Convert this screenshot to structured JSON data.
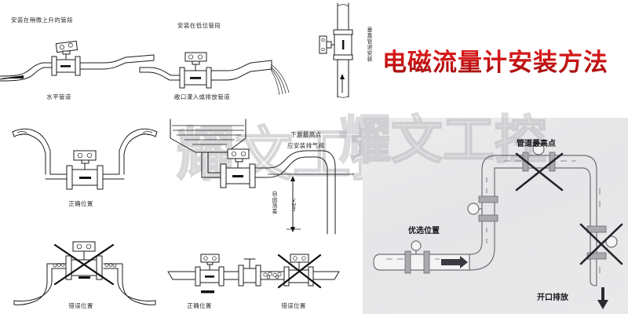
{
  "document": {
    "title": "电磁流量计安装方法",
    "title_color": "#cf1414",
    "background_color": "#ffffff"
  },
  "watermark": {
    "text": "耀文工控",
    "color": "#a0a0a8"
  },
  "panels": {
    "top_left": {
      "heading": "安装在稍微上升的管段",
      "caption": "水平管道"
    },
    "top_middle": {
      "heading": "安装在低位管段",
      "caption": "敞口灌入或排放管道"
    },
    "top_right": {
      "vertical_label": "垂直管道安装"
    },
    "mid_left": {
      "caption": "正确位置"
    },
    "bottom_left": {
      "caption": "错误位置"
    },
    "mid_middle": {
      "note_line1": "下游最高点",
      "note_line2": "应安装排气阀",
      "vertical_label": "自由落差",
      "dimension": ">3m"
    },
    "bottom_middle": {
      "caption_left": "正确位置",
      "caption_right": "错误位置"
    },
    "photo": {
      "label_high_point": "管道最高点",
      "label_preferred": "优选位置",
      "label_discharge": "开口排放"
    }
  }
}
